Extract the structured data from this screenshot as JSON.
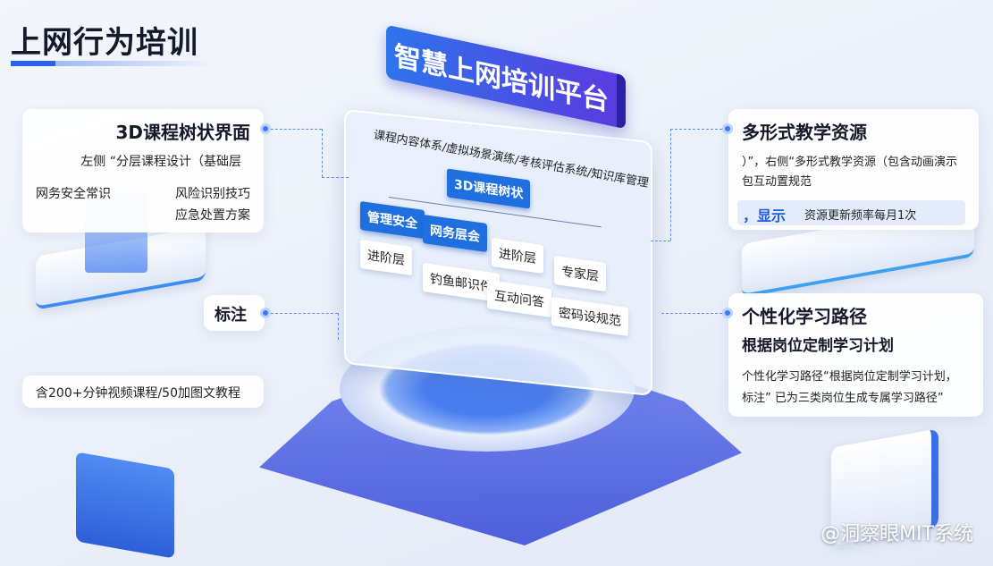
{
  "title": "上网行为培训",
  "platform": {
    "banner": "智慧上网培训平台",
    "subtitle": "课程内容体系/虚拟场景演练/考核评估系统/知识库管理",
    "tree": {
      "root": "3D课程树状",
      "branches": [
        "管理安全",
        "网务层会"
      ],
      "nodes": [
        "进阶层",
        "钓鱼邮识件",
        "进阶层",
        "互动问答",
        "专家层",
        "密码设规范"
      ]
    }
  },
  "left_cards": {
    "course_tree": {
      "heading": "3D课程树状界面",
      "line1": "左侧 “分层课程设计（基础层",
      "item_left": "网务安全常识",
      "item_right1": "风险识别技巧",
      "item_right2": "应急处置方案"
    },
    "annotation": {
      "heading": "标注"
    },
    "stats": {
      "text": "含200+分钟视频课程/50加图文教程"
    }
  },
  "right_cards": {
    "resources": {
      "heading": "多形式教学资源",
      "line1": "）”，右侧“多形式教学资源（包含动画演示",
      "line2": "包互动置规范",
      "highlight": "，显示",
      "update": "资源更新频率每月1次"
    },
    "path": {
      "heading": "个性化学习路径",
      "subheading": "根据岗位定制学习计划",
      "line1": "个性化学习路径“根据岗位定制学习计划，",
      "line2": "标注” 已为三类岗位生成专属学习路径”"
    }
  },
  "watermark": "@洞察眼MIT系统",
  "colors": {
    "accent": "#2b63e6",
    "banner_start": "#2d74ec",
    "banner_end": "#5a3be0",
    "node_blue": "#1f6fe0"
  }
}
